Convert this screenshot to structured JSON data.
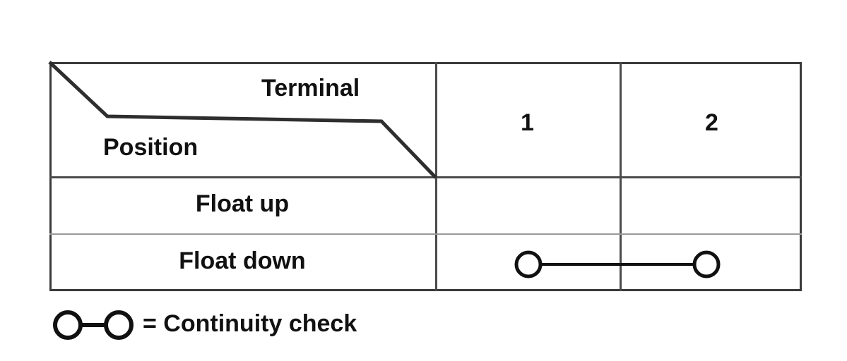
{
  "table": {
    "header": {
      "column_axis_label": "Terminal",
      "row_axis_label": "Position",
      "terminal_columns": [
        {
          "label": "1"
        },
        {
          "label": "2"
        }
      ]
    },
    "rows": [
      {
        "position_label": "Float up",
        "continuity": []
      },
      {
        "position_label": "Float down",
        "continuity": [
          {
            "from_terminal": "1",
            "to_terminal": "2"
          }
        ]
      }
    ]
  },
  "legend": {
    "symbol_name": "continuity-symbol",
    "text": "= Continuity check"
  },
  "colors": {
    "border": "#3a3a3a",
    "divider": "#4a4a4a",
    "light_divider": "#9a9a9a",
    "text": "#111111",
    "background": "#ffffff"
  }
}
